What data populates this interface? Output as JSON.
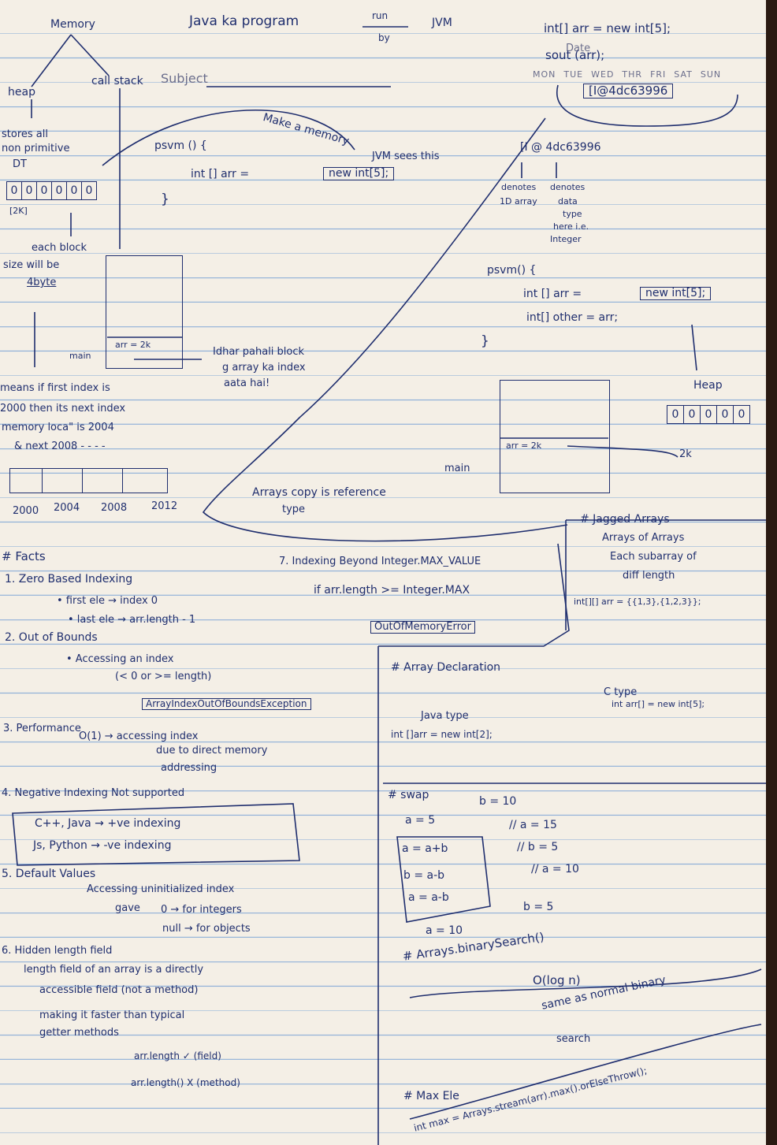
{
  "header": {
    "subject_label": "Subject",
    "date_label": "Date",
    "days": [
      "MON",
      "TUE",
      "WED",
      "THR",
      "FRI",
      "SAT",
      "SUN"
    ]
  },
  "memory": {
    "title": "Memory",
    "heap": "heap",
    "call_stack": "call stack",
    "heap_desc_1": "stores all",
    "heap_desc_2": "non primitive",
    "heap_desc_3": "DT",
    "cells": [
      "0",
      "0",
      "0",
      "0",
      "0",
      "0"
    ],
    "cells_addr": "[2K]",
    "block_1": "each block",
    "block_2": "size will be",
    "block_3": "4byte",
    "main": "main",
    "arr_ref": "arr = 2k",
    "idhar_1": "Idhar pahali block",
    "idhar_2": "g array ka index",
    "idhar_3": "aata hai!",
    "means_1": "means if first index is",
    "means_2": "2000 then its next index",
    "means_3": "memory loca\" is 2004",
    "means_4": "& next 2008 - - - -",
    "addrs": [
      "2000",
      "2004",
      "2008",
      "2012"
    ]
  },
  "program": {
    "title": "Java ka program",
    "run": "run",
    "by": "by",
    "jvm": "JVM",
    "make_memory": "Make a memory",
    "jvm_sees": "JVM sees this",
    "psvm": "psvm () {",
    "int_decl": "int [] arr =",
    "new_expr": "new int[5];",
    "close": "}"
  },
  "right_top": {
    "line1": "int[] arr = new int[5];",
    "line2": "sout (arr);",
    "output": "[I@4dc63996",
    "output2": "[I @ 4dc63996",
    "denotes_1": "denotes",
    "denotes_2": "1D array",
    "denotes_3": "denotes",
    "denotes_4": "data",
    "denotes_5": "type",
    "denotes_6": "here i.e.",
    "denotes_7": "Integer"
  },
  "copy_example": {
    "psvm": "psvm() {",
    "line1": "int [] arr =",
    "new_expr": "new int[5];",
    "line2": "int[] other = arr;",
    "close": "}",
    "heap": "Heap",
    "cells": [
      "0",
      "0",
      "0",
      "0",
      "0"
    ],
    "addr": "2k",
    "main": "main",
    "arr_ref": "arr = 2k",
    "copy_note_1": "Arrays copy is reference",
    "copy_note_2": "type"
  },
  "facts": {
    "title": "# Facts",
    "f1": "1. Zero Based Indexing",
    "f1a": "• first ele → index 0",
    "f1b": "• last ele → arr.length - 1",
    "f2": "2. Out of Bounds",
    "f2a": "• Accessing an index",
    "f2b": "(< 0 or >= length)",
    "f2c": "ArrayIndexOutOfBoundsException",
    "f3": "3. Performance",
    "f3a": "O(1) → accessing index",
    "f3b": "due to direct memory",
    "f3c": "addressing",
    "f4": "4. Negative Indexing Not supported",
    "f4a": "C++, Java → +ve indexing",
    "f4b": "Js, Python → -ve indexing",
    "f5": "5. Default Values",
    "f5a": "Accessing uninitialized index",
    "f5b": "gave",
    "f5c": "0 → for integers",
    "f5d": "null → for objects",
    "f6": "6. Hidden length field",
    "f6a": "length field of an array is a directly",
    "f6b": "accessible field (not a method)",
    "f6c": "making it faster than typical",
    "f6d": "getter methods",
    "f6e": "arr.length ✓ (field)",
    "f6f": "arr.length() X (method)",
    "f7": "7. Indexing Beyond Integer.MAX_VALUE",
    "f7a": "if arr.length >= Integer.MAX",
    "f7b": "OutOfMemoryError"
  },
  "jagged": {
    "title": "# Jagged Arrays",
    "a": "Arrays of Arrays",
    "b": "Each subarray of",
    "c": "diff length",
    "d": "int[][] arr = {{1,3},{1,2,3}};"
  },
  "declaration": {
    "title": "# Array Declaration",
    "java_type": "Java type",
    "line_java": "int []arr = new int[2];",
    "c_type": "C type",
    "line_c": "int arr[] = new int[5];"
  },
  "swap": {
    "title": "# swap",
    "a": "a = 5",
    "b": "b = 10",
    "s1": "a = a+b",
    "s2": "b = a-b",
    "s3": "a = a-b",
    "r1": "// a = 15",
    "r2": "// b = 5",
    "r3": "// a = 10",
    "r4": "b = 5",
    "r5": "a = 10"
  },
  "binary": {
    "title": "# Arrays.binarySearch()",
    "a": "O(log n)",
    "b": "same as normal binary",
    "c": "search"
  },
  "max": {
    "title": "# Max Ele",
    "line": "int max = Arrays.stream(arr).max().orElseThrow();"
  }
}
